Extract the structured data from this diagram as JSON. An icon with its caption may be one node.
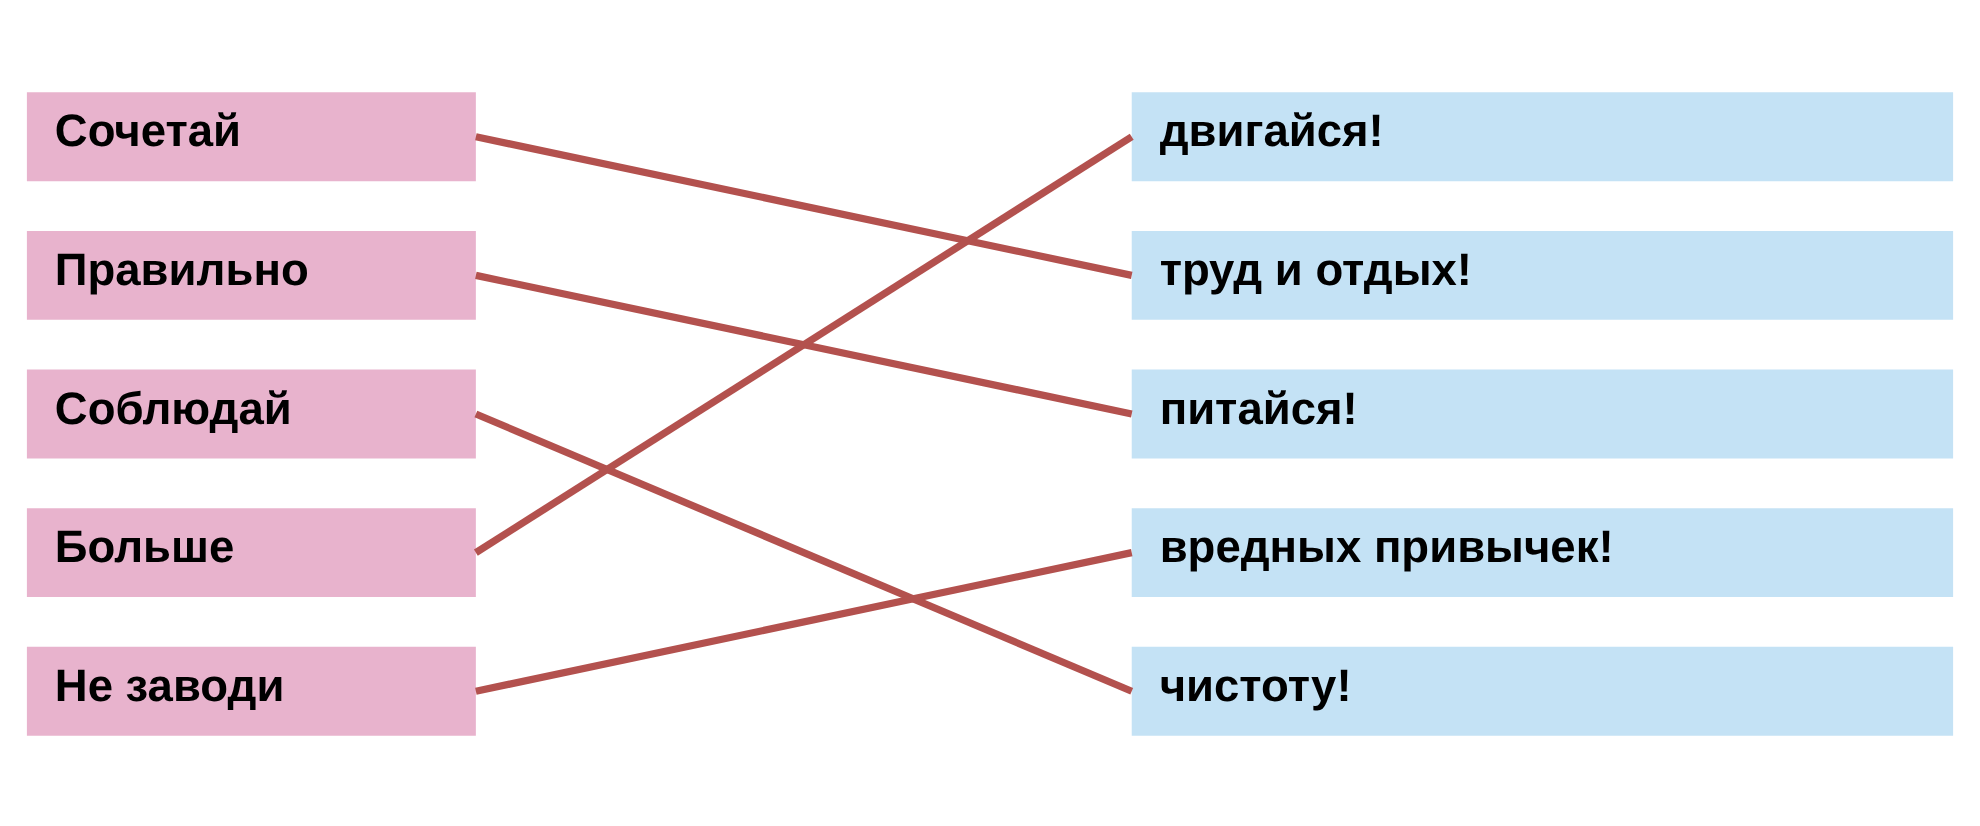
{
  "diagram": {
    "nodes": [
      {
        "text": [
          "Сочетай"
        ]
      },
      {
        "text": [
          "Правильно"
        ]
      },
      {
        "text": [
          "Соблюдай"
        ]
      },
      {
        "text": [
          "Больше"
        ]
      },
      {
        "text": [
          "Не заводи"
        ]
      },
      {
        "text": [
          "двигайся!"
        ]
      },
      {
        "text": [
          "труд и отдых!"
        ]
      },
      {
        "text": [
          "питайся!"
        ]
      },
      {
        "text": [
          "вредных привычек!"
        ]
      },
      {
        "text": [
          "чистоту!"
        ]
      }
    ],
    "edges": [
      {
        "from": 0,
        "to": 6,
        "arrow": "none"
      },
      {
        "from": 1,
        "to": 7,
        "arrow": "none"
      },
      {
        "from": 2,
        "to": 9,
        "arrow": "none"
      },
      {
        "from": 3,
        "to": 5,
        "arrow": "none"
      },
      {
        "from": 4,
        "to": 8,
        "arrow": "none"
      }
    ]
  }
}
